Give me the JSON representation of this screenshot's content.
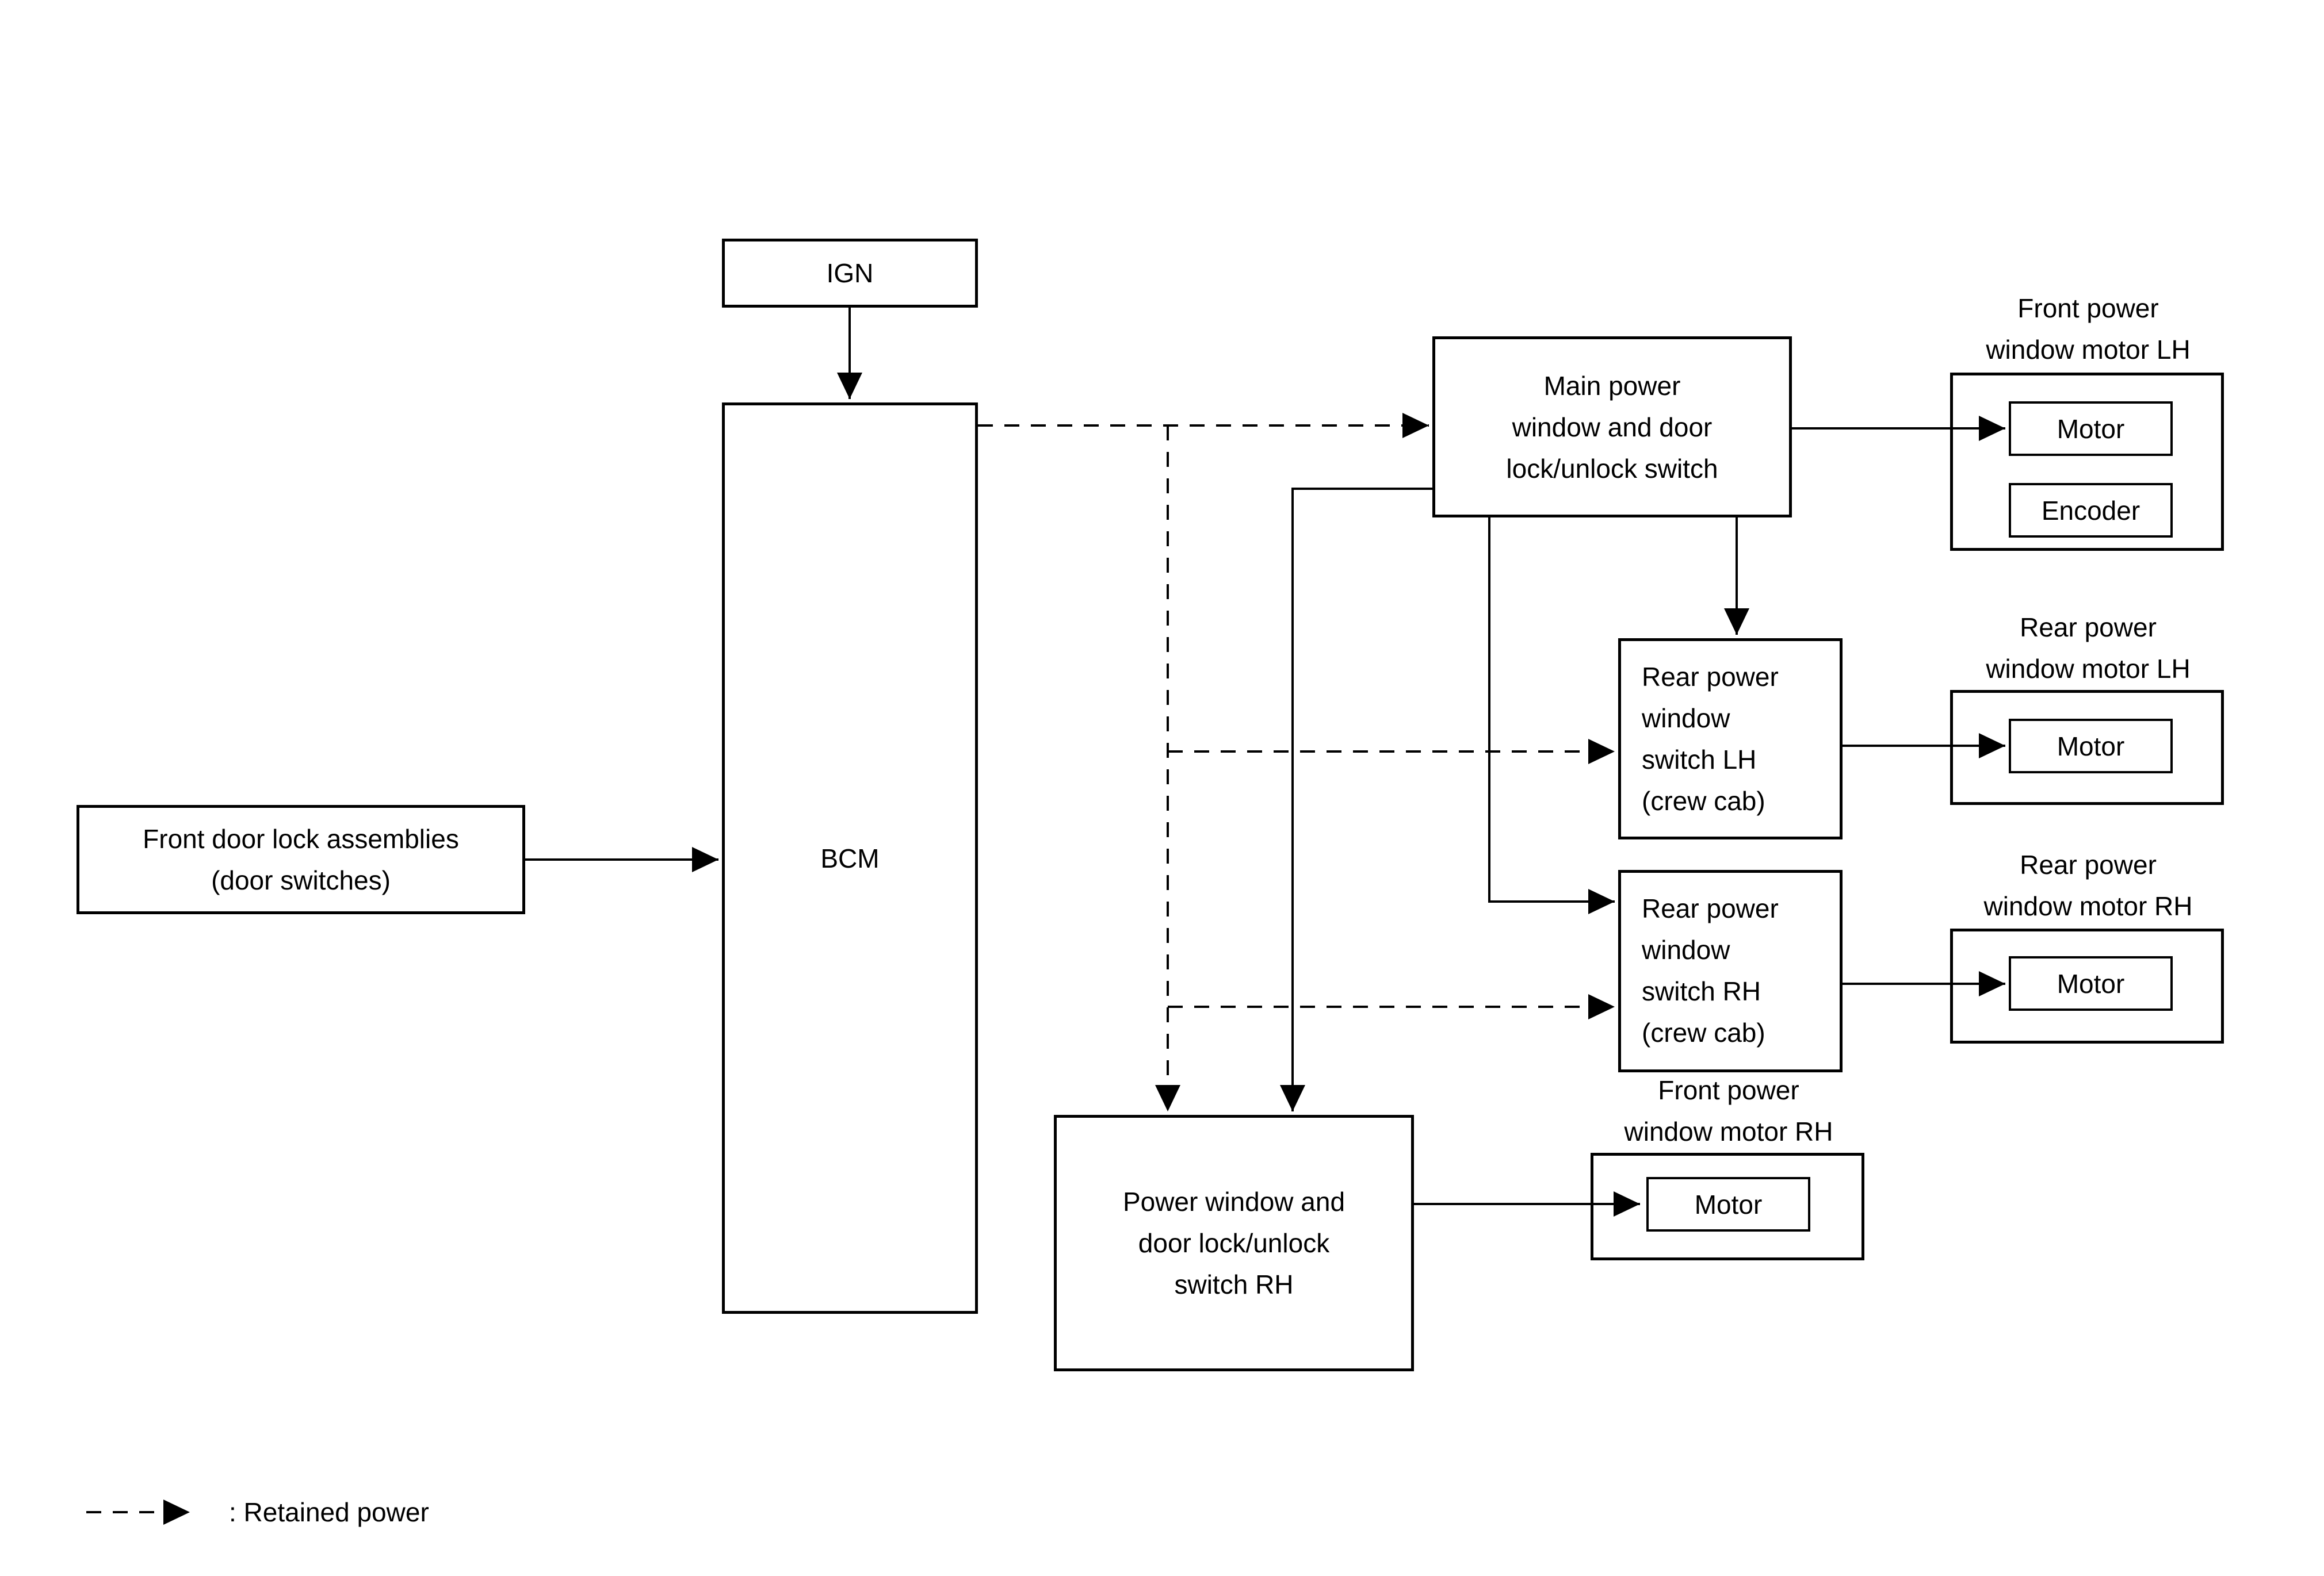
{
  "app": {
    "background_color": "#ffffff",
    "line_color": "#000000"
  },
  "nodes": {
    "ign": {
      "label": "IGN"
    },
    "bcm": {
      "label": "BCM"
    },
    "front_door_lock": {
      "lines": [
        "Front door lock assemblies",
        "(door switches)"
      ]
    },
    "main_switch": {
      "lines": [
        "Main power",
        "window and door",
        "lock/unlock switch"
      ]
    },
    "rear_switch_lh": {
      "lines": [
        "Rear power",
        "window",
        "switch LH",
        "(crew cab)"
      ]
    },
    "rear_switch_rh": {
      "lines": [
        "Rear power",
        "window",
        "switch RH",
        "(crew cab)"
      ]
    },
    "pw_switch_rh": {
      "lines": [
        "Power window and",
        "door lock/unlock",
        "switch RH"
      ]
    },
    "front_motor_lh": {
      "caption": [
        "Front power",
        "window motor LH"
      ],
      "motor": "Motor",
      "encoder": "Encoder"
    },
    "rear_motor_lh": {
      "caption": [
        "Rear power",
        "window motor LH"
      ],
      "motor": "Motor"
    },
    "rear_motor_rh": {
      "caption": [
        "Rear power",
        "window motor RH"
      ],
      "motor": "Motor"
    },
    "front_motor_rh": {
      "caption": [
        "Front power",
        "window motor RH"
      ],
      "motor": "Motor"
    }
  },
  "legend": {
    "label": ": Retained power",
    "line_style": "dashed"
  }
}
